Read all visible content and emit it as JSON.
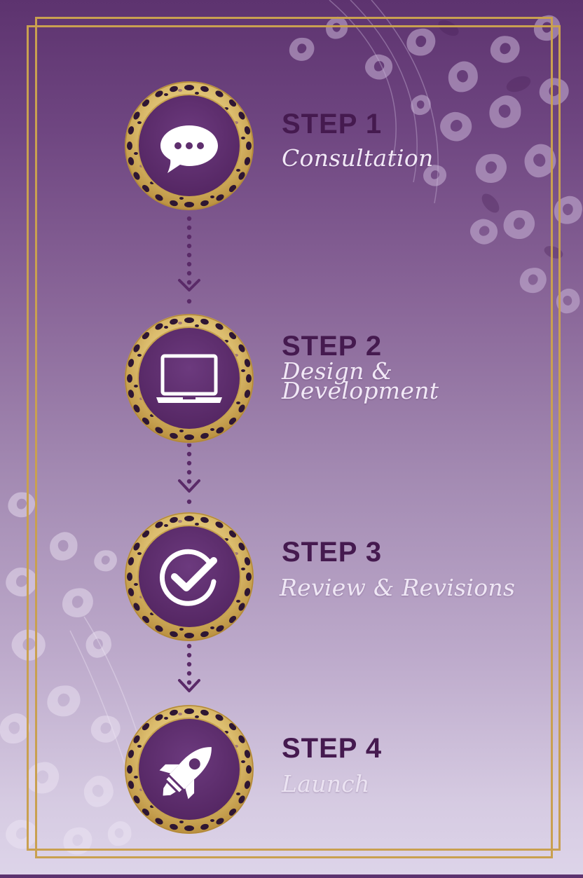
{
  "colors": {
    "frame_gold": "#c9a050",
    "badge_inner": "#5f2f6e",
    "step_label": "#451a4f",
    "step_title": "#f1e8f6",
    "connector": "#5a2a68",
    "bg_top": "#5d336f",
    "bg_bottom": "#ddd4e9"
  },
  "steps": [
    {
      "label": "STEP 1",
      "title_lines": [
        "Consultation"
      ],
      "icon": "speech-bubble-icon"
    },
    {
      "label": "STEP 2",
      "title_lines": [
        "Design &",
        "Development"
      ],
      "icon": "laptop-icon"
    },
    {
      "label": "STEP 3",
      "title_lines": [
        "Review & Revisions"
      ],
      "icon": "check-circle-icon"
    },
    {
      "label": "STEP 4",
      "title_lines": [
        "Launch"
      ],
      "icon": "rocket-icon"
    }
  ],
  "connectors": [
    {
      "from": "STEP 1",
      "to": "STEP 2",
      "icon": "dotted-arrow-down-icon"
    },
    {
      "from": "STEP 2",
      "to": "STEP 3",
      "icon": "dotted-arrow-down-icon"
    },
    {
      "from": "STEP 3",
      "to": "STEP 4",
      "icon": "dotted-arrow-down-icon"
    }
  ]
}
